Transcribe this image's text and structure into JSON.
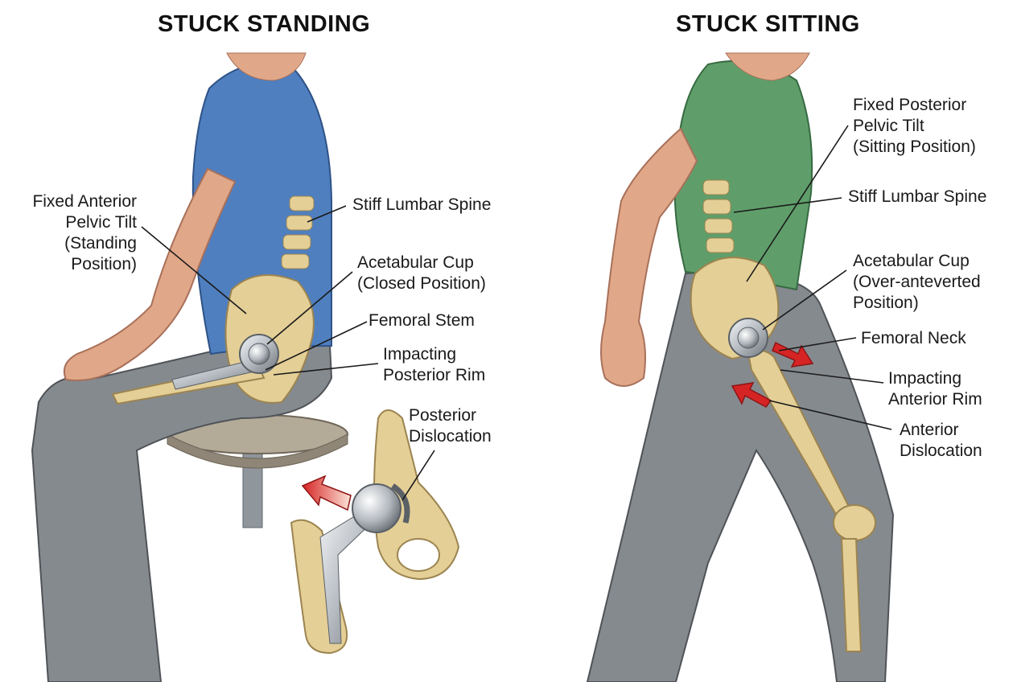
{
  "left_panel": {
    "title": "STUCK STANDING",
    "labels": {
      "pelvic_tilt": [
        "Fixed Anterior",
        "Pelvic Tilt",
        "(Standing",
        "Position)"
      ],
      "lumbar": [
        "Stiff Lumbar Spine"
      ],
      "cup": [
        "Acetabular Cup",
        "(Closed Position)"
      ],
      "stem": [
        "Femoral Stem"
      ],
      "rim": [
        "Impacting",
        "Posterior Rim"
      ],
      "dislocation": [
        "Posterior",
        "Dislocation"
      ]
    }
  },
  "right_panel": {
    "title": "STUCK SITTING",
    "labels": {
      "pelvic_tilt": [
        "Fixed Posterior",
        "Pelvic Tilt",
        "(Sitting Position)"
      ],
      "lumbar": [
        "Stiff Lumbar Spine"
      ],
      "cup": [
        "Acetabular Cup",
        "(Over-anteverted",
        "Position)"
      ],
      "neck": [
        "Femoral Neck"
      ],
      "rim": [
        "Impacting",
        "Anterior Rim"
      ],
      "dislocation": [
        "Anterior",
        "Dislocation"
      ]
    }
  },
  "colors": {
    "shirt_left": "#4f7fbf",
    "shirt_right": "#5f9e6a",
    "pants": "#858a8f",
    "skin": "#e0a888",
    "bone": "#e4cf97",
    "implant": "#b9bec4",
    "arrow": "#d62d2d"
  }
}
